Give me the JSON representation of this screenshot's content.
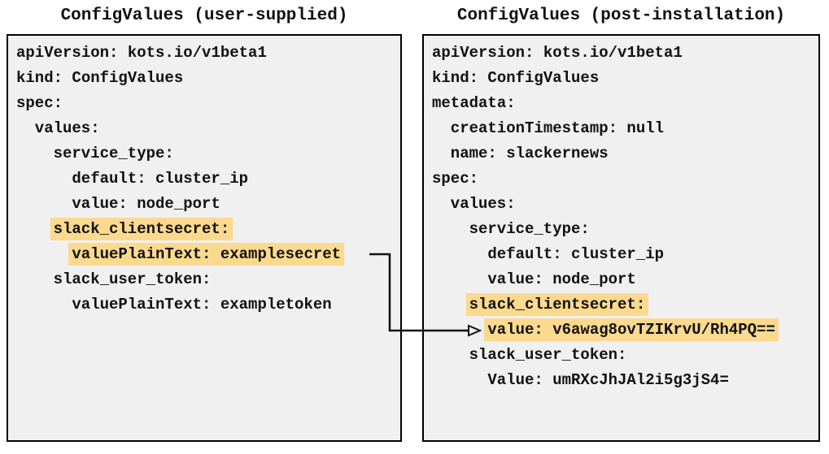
{
  "colors": {
    "highlight": "#FBD98E",
    "panel_background": "#F0F0F0",
    "panel_border": "#000000",
    "text": "#111111",
    "arrow": "#111111",
    "page_background": "#FFFFFF"
  },
  "left_panel": {
    "title": "ConfigValues (user-supplied)",
    "lines": [
      {
        "text": "apiVersion: kots.io/v1beta1",
        "indent": 0,
        "highlight": false
      },
      {
        "text": "kind: ConfigValues",
        "indent": 0,
        "highlight": false
      },
      {
        "text": "spec:",
        "indent": 0,
        "highlight": false
      },
      {
        "text": "values:",
        "indent": 2,
        "highlight": false
      },
      {
        "text": "service_type:",
        "indent": 4,
        "highlight": false
      },
      {
        "text": "default: cluster_ip",
        "indent": 6,
        "highlight": false
      },
      {
        "text": "value: node_port",
        "indent": 6,
        "highlight": false
      },
      {
        "text": "slack_clientsecret:",
        "indent": 4,
        "highlight": true
      },
      {
        "text": "valuePlainText: examplesecret",
        "indent": 6,
        "highlight": true
      },
      {
        "text": "slack_user_token:",
        "indent": 4,
        "highlight": false
      },
      {
        "text": "valuePlainText: exampletoken",
        "indent": 6,
        "highlight": false
      }
    ]
  },
  "right_panel": {
    "title": "ConfigValues (post-installation)",
    "lines": [
      {
        "text": "apiVersion: kots.io/v1beta1",
        "indent": 0,
        "highlight": false
      },
      {
        "text": "kind: ConfigValues",
        "indent": 0,
        "highlight": false
      },
      {
        "text": "metadata:",
        "indent": 0,
        "highlight": false
      },
      {
        "text": "creationTimestamp: null",
        "indent": 2,
        "highlight": false
      },
      {
        "text": "name: slackernews",
        "indent": 2,
        "highlight": false
      },
      {
        "text": "spec:",
        "indent": 0,
        "highlight": false
      },
      {
        "text": "values:",
        "indent": 2,
        "highlight": false
      },
      {
        "text": "service_type:",
        "indent": 4,
        "highlight": false
      },
      {
        "text": "default: cluster_ip",
        "indent": 6,
        "highlight": false
      },
      {
        "text": "value: node_port",
        "indent": 6,
        "highlight": false
      },
      {
        "text": "slack_clientsecret:",
        "indent": 4,
        "highlight": true
      },
      {
        "text": "value: v6awag8ovTZIKrvU/Rh4PQ==",
        "indent": 6,
        "highlight": true
      },
      {
        "text": "slack_user_token:",
        "indent": 4,
        "highlight": false
      },
      {
        "text": "Value: umRXcJhJAl2i5g3jS4=",
        "indent": 6,
        "highlight": false
      }
    ]
  },
  "arrow": {
    "from": "left_panel.lines.8",
    "to": "right_panel.lines.11"
  }
}
